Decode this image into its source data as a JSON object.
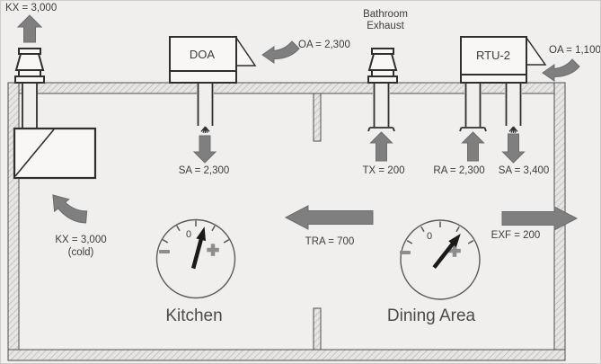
{
  "rooms": {
    "kitchen": {
      "label": "Kitchen"
    },
    "dining": {
      "label": "Dining Area"
    }
  },
  "equipment": {
    "doa_unit": {
      "label": "DOA"
    },
    "rtu_unit": {
      "label": "RTU-2"
    },
    "bathroom_exhaust_fan": {
      "line1": "Bathroom",
      "line2": "Exhaust"
    }
  },
  "airflows": {
    "kitchen_exhaust_roof": {
      "label": "KX = 3,000"
    },
    "outdoor_air_doa": {
      "label": "OA = 2,300"
    },
    "supply_air_doa": {
      "label": "SA = 2,300"
    },
    "toilet_exhaust": {
      "label": "TX = 200"
    },
    "outdoor_air_rtu": {
      "label": "OA = 1,100"
    },
    "return_air_rtu": {
      "label": "RA = 2,300"
    },
    "supply_air_rtu": {
      "label": "SA = 3,400"
    },
    "kitchen_hood_exhaust": {
      "label": "KX = 3,000",
      "sublabel": "(cold)"
    },
    "transfer_air": {
      "label": "TRA = 700"
    },
    "exfiltration": {
      "label": "EXF = 200"
    }
  },
  "gauges": {
    "kitchen": {
      "zero_label": "0",
      "minus_label": "−",
      "plus_label": "+",
      "needle_angle_deg": 15
    },
    "dining": {
      "zero_label": "0",
      "minus_label": "−",
      "plus_label": "+",
      "needle_angle_deg": 38
    }
  },
  "colors": {
    "background": "#f1efee",
    "arrow_fill": "#7f7f7f",
    "wall_fill": "#e7e5e3",
    "wall_hatch_line": "#b4b2b0",
    "outline": "#2f2f2f",
    "text": "#3c3c3c"
  }
}
